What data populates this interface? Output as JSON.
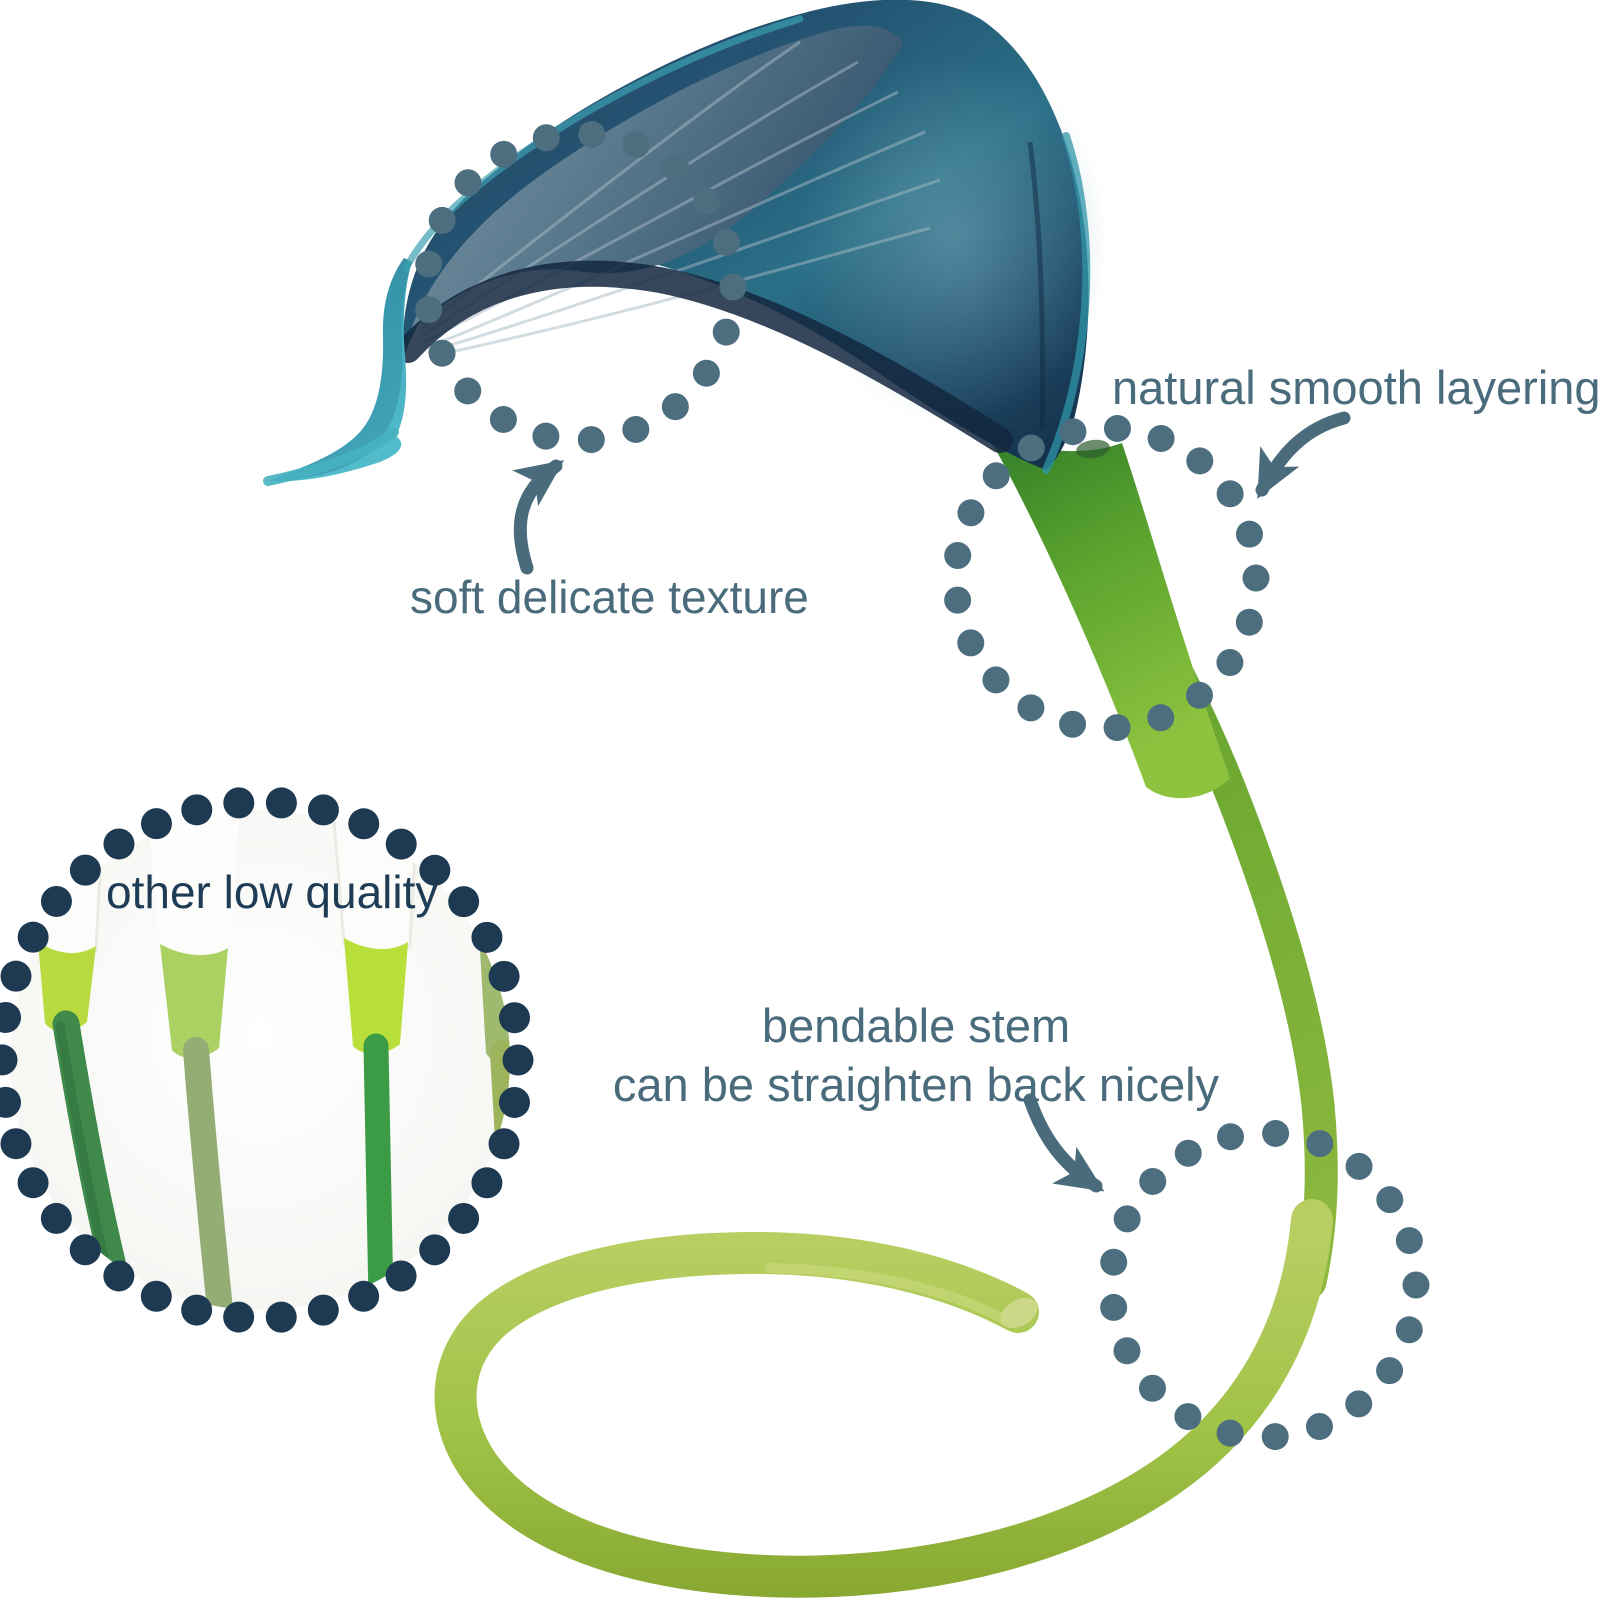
{
  "annotations": {
    "natural_layering": {
      "text": "natural smooth layering"
    },
    "soft_texture": {
      "text": "soft delicate texture"
    },
    "bendable": {
      "line1": "bendable stem",
      "line2": "can be straighten back nicely"
    },
    "inset_caption": {
      "text": "other low quality"
    }
  },
  "colors": {
    "background": "#ffffff",
    "annotation_text": "#4a6b7c",
    "annotation_dots": "#4d6e7f",
    "arrow": "#4a6b7c",
    "inset_caption_text": "#1e3c55",
    "inset_dots": "#1d3a52",
    "petal_blue_dark": "#1d3550",
    "petal_teal": "#2e7087",
    "petal_edge_teal": "#46aebd",
    "flower_base_green": "#5ba32e",
    "stem_green": "#6faf33",
    "loop_green": "#a6c653",
    "inset_stem_greens": [
      "#3f8a4a",
      "#93ad75",
      "#3c9c46",
      "#9db35c"
    ],
    "inset_flower_red": "#e04b66"
  }
}
